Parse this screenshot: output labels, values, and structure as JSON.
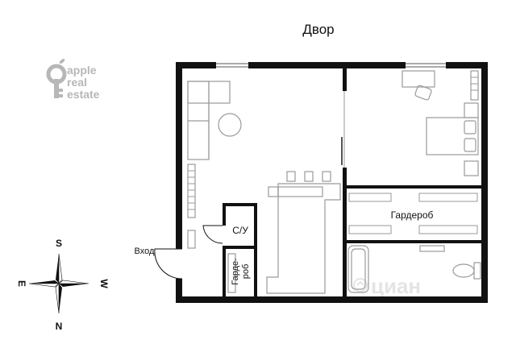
{
  "colors": {
    "wall": "#111111",
    "furniture": "#9a9a9a",
    "logo": "#b7b7b7",
    "watermark": "#e4e4e4",
    "background": "#ffffff"
  },
  "labels": {
    "courtyard": "Двор",
    "entrance": "Вход",
    "bathroom": "С/У",
    "wardrobe": "Гардероб",
    "wardrobe_small": "Гарде-\nроб"
  },
  "logo": {
    "line1": "apple",
    "line2": "real",
    "line3": "estate",
    "icon": "location-pin-icon"
  },
  "compass": {
    "north": "N",
    "south": "S",
    "east": "E",
    "west": "W"
  },
  "watermark": {
    "text": "циан"
  }
}
